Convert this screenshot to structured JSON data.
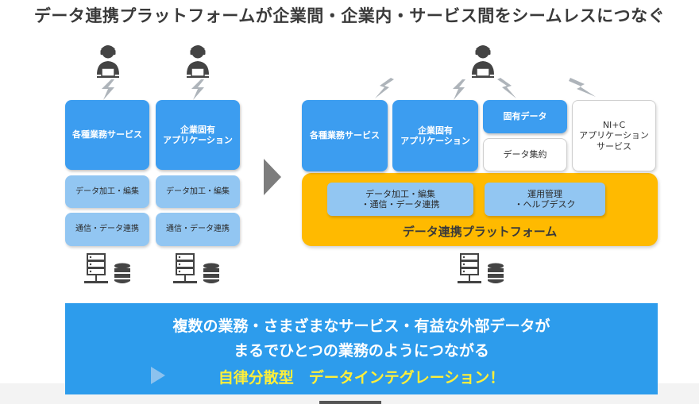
{
  "title": "データ連携プラットフォームが企業間・企業内・サービス間をシームレスにつなぐ",
  "left": {
    "services": [
      "各種業務サービス",
      "企業固有\nアプリケーション"
    ],
    "data_processing": [
      "データ加工・編集",
      "データ加工・編集"
    ],
    "communication": [
      "通信・データ連携",
      "通信・データ連携"
    ]
  },
  "right": {
    "services": [
      "各種業務サービス",
      "企業固有\nアプリケーション"
    ],
    "proprietary_data": "固有データ",
    "data_aggregation": "データ集約",
    "nic_service": "NI+C\nアプリケーション\nサービス",
    "platform_inner": [
      "データ加工・編集\n・通信・データ連携",
      "運用管理\n・ヘルプデスク"
    ],
    "platform_label": "データ連携プラットフォーム"
  },
  "banner": {
    "line1": "複数の業務・さまざまなサービス・有益な外部データが",
    "line2": "まるでひとつの業務のようにつながる",
    "line3": "自律分散型　データインテグレーション！"
  },
  "colors": {
    "primary_blue": "#3c9df0",
    "light_blue": "#92c6f2",
    "platform_yellow": "#ffba00",
    "banner_blue": "#2d9cec",
    "highlight_yellow": "#ffef3a"
  }
}
